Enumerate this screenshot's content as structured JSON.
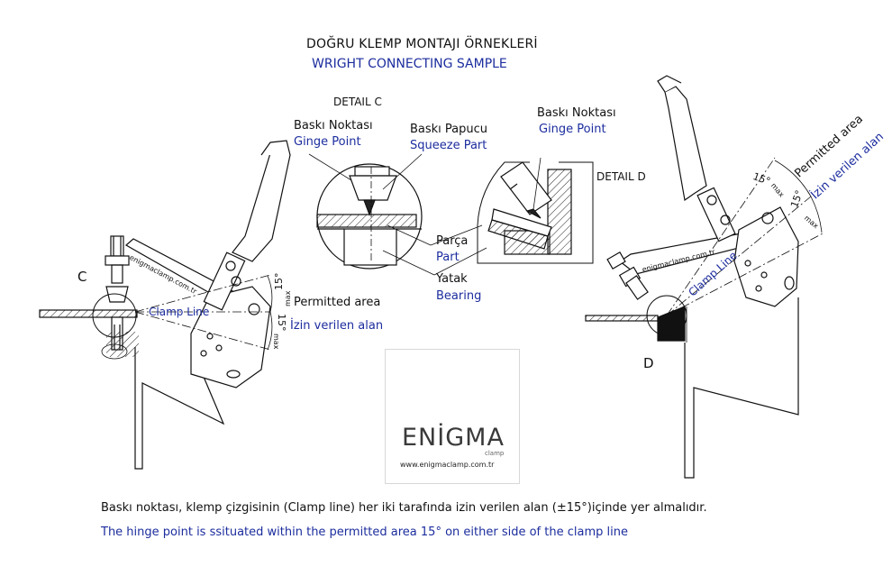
{
  "title_tr": "DOĞRU KLEMP MONTAJI ÖRNEKLERİ",
  "title_en": "WRIGHT CONNECTING SAMPLE",
  "detail_c": {
    "heading": "DETAIL C",
    "press_point_tr": "Baskı Noktası",
    "press_point_en": "Ginge Point",
    "squeeze_tr": "Baskı Papucu",
    "squeeze_en": "Squeeze Part",
    "part_tr": "Parça",
    "part_en": "Part",
    "bearing_tr": "Yatak",
    "bearing_en": "Bearing"
  },
  "detail_d": {
    "heading": "DETAIL D",
    "press_point_tr": "Baskı Noktası",
    "press_point_en": "Ginge Point"
  },
  "left_drawing": {
    "marker": "C",
    "clamp_line": "Clamp Line",
    "permitted_area": "Permitted area",
    "izin_alan": "İzin verilen alan",
    "angle_top": "15°",
    "angle_bottom": "15°",
    "max_label": "max",
    "brand_text": "enigmaclamp.com.tr"
  },
  "right_drawing": {
    "marker": "D",
    "clamp_line": "Clamp Line",
    "permitted_area": "Permitted area",
    "izin_alan": "İzin verilen alan",
    "angle_top": "15°",
    "angle_bottom": "15°",
    "max_label": "max",
    "brand_text": "enigmaclamp.com.tr"
  },
  "logo": {
    "brand": "ENİGMA",
    "sub": "clamp",
    "url": "www.enigmaclamp.com.tr",
    "color": "#e8473f"
  },
  "footer": {
    "turkish": "Baskı noktası, klemp çizgisinin (Clamp line) her iki tarafında  izin verilen alan (±15°)içinde yer almalıdır.",
    "english": "The hinge point is ssituated within the permitted area 15° on either side of the clamp line"
  },
  "colors": {
    "text_blue": "#1c2d9e",
    "line": "#111111",
    "accent_red": "#e8473f"
  }
}
